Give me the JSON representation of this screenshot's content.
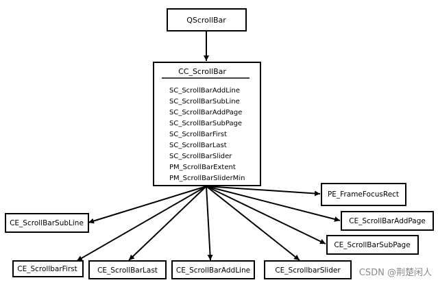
{
  "diagram": {
    "root": {
      "label": "QScrollBar"
    },
    "complex": {
      "title": "CC_ScrollBar",
      "items": [
        "SC_ScrollBarAddLine",
        "SC_ScrollBarSubLine",
        "SC_ScrollBarAddPage",
        "SC_ScrollBarSubPage",
        "SC_ScrollBarFirst",
        "SC_ScrollBarLast",
        "SC_ScrollBarSlider",
        "PM_ScrollBarExtent",
        "PM_ScrollBarSliderMin"
      ]
    },
    "children": [
      "PE_FrameFocusRect",
      "CE_ScrollBarSubLine",
      "CE_ScrollBarAddPage",
      "CE_ScrollBarSubPage",
      "CE_ScrollbarFirst",
      "CE_ScrollBarLast",
      "CE_ScrollBarAddLine",
      "CE_ScrollbarSlider"
    ]
  },
  "watermark": "CSDN @荆楚闲人"
}
